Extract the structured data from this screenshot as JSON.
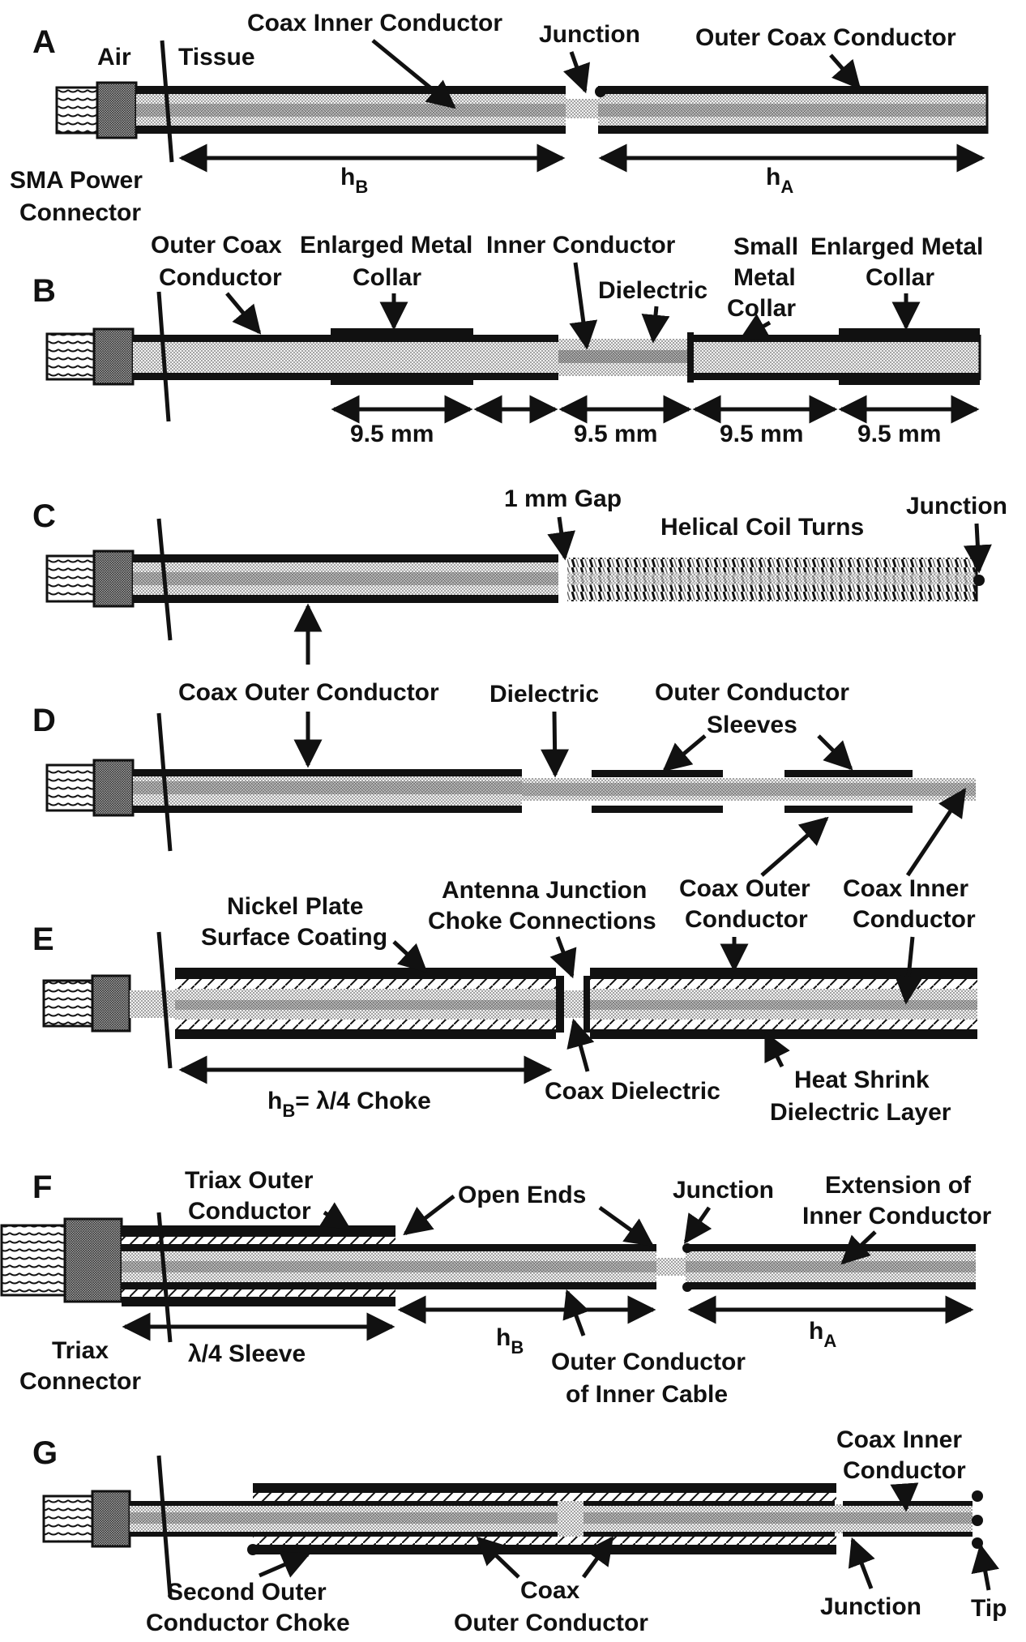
{
  "panels": {
    "A": {
      "letter": "A",
      "labels": {
        "air": "Air",
        "tissue": "Tissue",
        "inner": "Coax Inner Conductor",
        "junction": "Junction",
        "outer": "Outer Coax Conductor",
        "sma_1": "SMA Power",
        "sma_2": "Connector",
        "hb_main": "h",
        "hb_sub": "B",
        "ha_main": "h",
        "ha_sub": "A"
      }
    },
    "B": {
      "letter": "B",
      "labels": {
        "outer_1": "Outer Coax",
        "outer_2": "Conductor",
        "enlarged1_1": "Enlarged Metal",
        "enlarged1_2": "Collar",
        "inner": "Inner Conductor",
        "dielectric": "Dielectric",
        "small_1": "Small",
        "small_2": "Metal",
        "small_3": "Collar",
        "enlarged2_1": "Enlarged Metal",
        "enlarged2_2": "Collar",
        "dim1": "9.5 mm",
        "dim2": "9.5 mm",
        "dim3": "9.5 mm",
        "dim4": "9.5 mm"
      }
    },
    "C": {
      "letter": "C",
      "labels": {
        "gap": "1 mm Gap",
        "helical": "Helical Coil Turns",
        "junction": "Junction",
        "outer": "Coax Outer Conductor"
      }
    },
    "D": {
      "letter": "D",
      "labels": {
        "dielectric": "Dielectric",
        "sleeves_1": "Outer Conductor",
        "sleeves_2": "Sleeves"
      }
    },
    "E": {
      "letter": "E",
      "labels": {
        "nickel_1": "Nickel Plate",
        "nickel_2": "Surface Coating",
        "ajunc_1": "Antenna Junction",
        "ajunc_2": "Choke Connections",
        "outer_1": "Coax Outer",
        "outer_2": "Conductor",
        "inner_1": "Coax Inner",
        "inner_2": "Conductor",
        "hb_main": "h",
        "hb_sub": "B",
        "hb_rest": "=  λ/4 Choke",
        "dielectric": "Coax Dielectric",
        "heat_1": "Heat Shrink",
        "heat_2": "Dielectric Layer"
      }
    },
    "F": {
      "letter": "F",
      "labels": {
        "triax_outer_1": "Triax Outer",
        "triax_outer_2": "Conductor",
        "open_ends": "Open Ends",
        "junction": "Junction",
        "ext_1": "Extension of",
        "ext_2": "Inner Conductor",
        "connector_1": "Triax",
        "connector_2": "Connector",
        "sleeve": "λ/4 Sleeve",
        "hb_main": "h",
        "hb_sub": "B",
        "ha_main": "h",
        "ha_sub": "A",
        "outer_inner_1": "Outer Conductor",
        "outer_inner_2": "of Inner Cable"
      }
    },
    "G": {
      "letter": "G",
      "labels": {
        "inner_1": "Coax Inner",
        "inner_2": "Conductor",
        "second_1": "Second Outer",
        "second_2": "Conductor Choke",
        "coax_1": "Coax",
        "coax_2": "Outer Conductor",
        "junction": "Junction",
        "tip": "Tip"
      }
    }
  }
}
